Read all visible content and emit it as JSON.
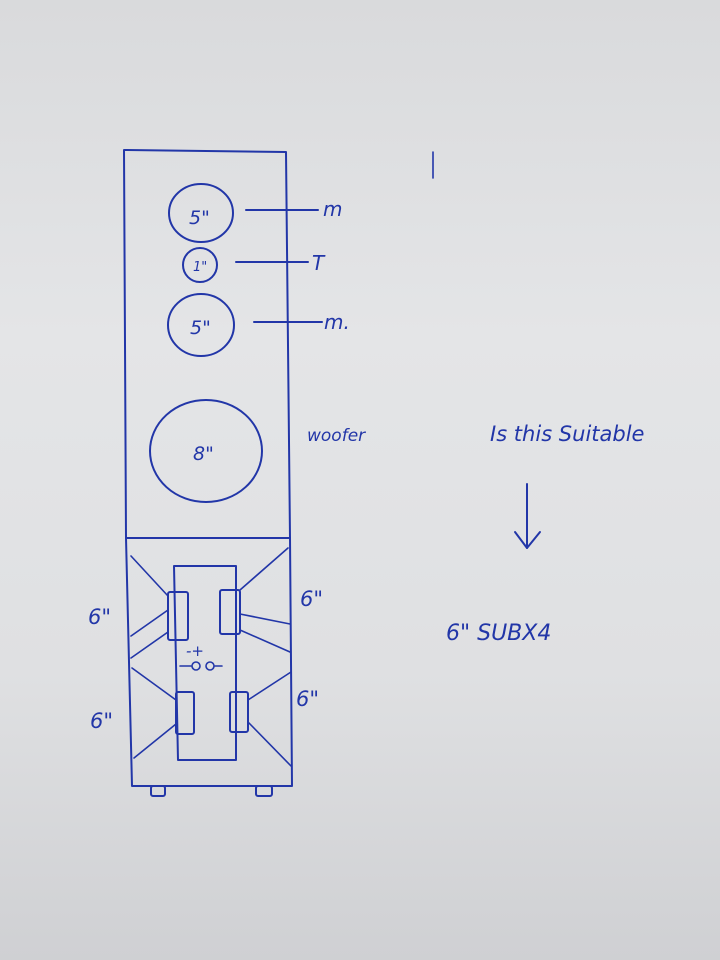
{
  "drawing": {
    "ink_color": "#2236a8",
    "paper_color": "#e1e2e4",
    "driver_sizes": {
      "top_mid": "5\"",
      "tweeter": "1\"",
      "bottom_mid": "5\"",
      "woofer": "8\""
    },
    "callouts": {
      "top_mid": "m",
      "tweeter": "T",
      "bottom_mid": "m.",
      "woofer": "woofer"
    },
    "sub_sizes": {
      "upper_left": "6\"",
      "upper_right": "6\"",
      "lower_left": "6\"",
      "lower_right": "6\""
    },
    "terminal_labels": "-+",
    "question": "Is this Suitable",
    "answer": "6\" SUBX4",
    "stray_mark": "|"
  }
}
